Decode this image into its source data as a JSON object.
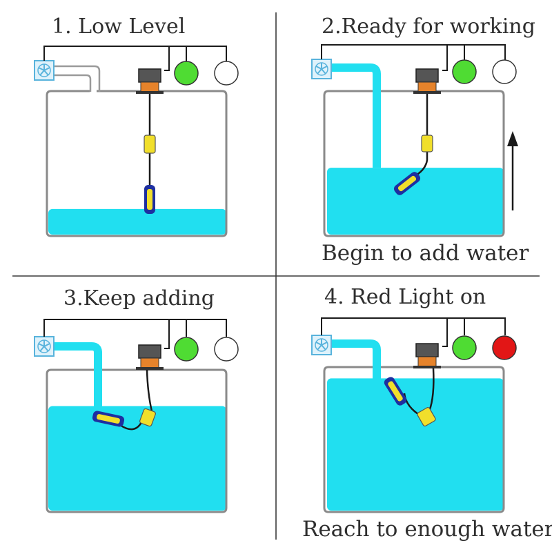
{
  "colors": {
    "water": "#21dff0",
    "pipe": "#74e4f1",
    "tank": "#8a8a8a",
    "wire": "#1a1a1a",
    "green": "#4fdc33",
    "red": "#e21616",
    "off": "#ffffff",
    "float": "#f1df2b",
    "floatBlue": "#1e2fa0",
    "fan": "#58b3dc"
  },
  "panels": [
    {
      "title": "1. Low Level",
      "caption": "",
      "level": 0.18,
      "pumpOn": false,
      "greenLight": "on",
      "redLight": "off"
    },
    {
      "title": "2.Ready for working",
      "caption": "Begin to add water",
      "level": 0.47,
      "pumpOn": true,
      "greenLight": "on",
      "redLight": "off"
    },
    {
      "title": "3.Keep adding",
      "caption": "",
      "level": 0.75,
      "pumpOn": true,
      "greenLight": "on",
      "redLight": "off"
    },
    {
      "title": "4. Red Light on",
      "caption": "Reach to enough water",
      "level": 0.93,
      "pumpOn": true,
      "greenLight": "on",
      "redLight": "on"
    }
  ]
}
